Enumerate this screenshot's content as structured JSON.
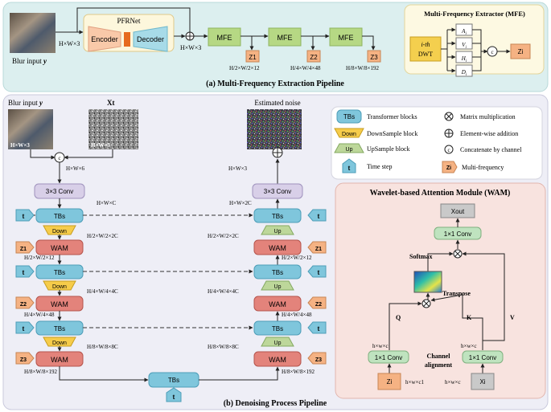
{
  "panel_a": {
    "caption": "(a) Multi-Frequency Extraction Pipeline",
    "blur_input_label": "Blur input",
    "blur_input_var": "y",
    "dims_input": "H×W×3",
    "pfrnet_title": "PFRNet",
    "encoder_label": "Encoder",
    "decoder_label": "Decoder",
    "dims_after_sum": "H×W×3",
    "mfe_label": "MFE",
    "z1": "Z1",
    "z2": "Z2",
    "z3": "Z3",
    "z1_dims": "H/2×W/2×12",
    "z2_dims": "H/4×W/4×48",
    "z3_dims": "H/8×W/8×192",
    "mfe_box": {
      "title": "Multi-Frequency Extractor (MFE)",
      "dwt_line1": "i-th",
      "dwt_line2": "DWT",
      "sub_a": "A",
      "sub_v": "V",
      "sub_h": "H",
      "sub_d": "D",
      "sub_index": "i",
      "concat": "c",
      "zi": "Zi"
    }
  },
  "panel_b": {
    "caption": "(b) Denoising Process Pipeline",
    "blur_input_label": "Blur input",
    "blur_input_var": "y",
    "xt_label": "Xt",
    "noise_label": "Estimated noise",
    "img_dims_1": "H×W×3",
    "img_dims_2": "H×W×3",
    "concat": "c",
    "dims_hw6": "H×W×6",
    "dims_hw3": "H×W×3",
    "conv3": "3×3 Conv",
    "dims_hwc": "H×W×C",
    "dims_hw2c": "H×W×2C",
    "tbs": "TBs",
    "down": "Down",
    "up": "Up",
    "wam": "WAM",
    "t": "t",
    "z1": "Z1",
    "z2": "Z2",
    "z3": "Z3",
    "d_h2_2c": "H/2×W/2×2C",
    "d_h2_12": "H/2×W/2×12",
    "d_h4_4c": "H/4×W/4×4C",
    "d_h4_48": "H/4×W/4×48",
    "d_h8_8c": "H/8×W/8×8C",
    "d_h8_192": "H/8×W/8×192"
  },
  "legend": {
    "tbs_key": "TBs",
    "tbs_desc": "Transformer blocks",
    "down_key": "Down",
    "down_desc": "DownSample block",
    "up_key": "Up",
    "up_desc": "UpSample block",
    "t_key": "t",
    "t_desc": "Time step",
    "mm_desc": "Matrix multiplication",
    "ea_desc": "Element-wise addition",
    "c_key": "c",
    "c_desc": "Concatenate by channel",
    "z_key": "Zi",
    "z_desc": "Multi-frequency"
  },
  "wam": {
    "title": "Wavelet-based Attention Module (WAM)",
    "xout": "Xout",
    "conv1": "1×1 Conv",
    "softmax": "Softmax",
    "transpose": "Transpose",
    "q": "Q",
    "k": "K",
    "v": "V",
    "hwc": "h×w×c",
    "channel_alignment_1": "Channel",
    "channel_alignment_2": "alignment",
    "zi": "Zi",
    "xi": "Xi",
    "hwc1": "h×w×c1",
    "hwc_in": "h×w×c"
  },
  "colors": {
    "panel_a_bg": "#dcefef",
    "panel_b_bg": "#eeeef6",
    "wam_bg": "#f8e3df",
    "tbs": "#7fc6dc",
    "wam_block": "#e3837b",
    "conv": "#d8cfe8",
    "down": "#f6cc4a",
    "up": "#bdd79a",
    "z": "#f5b283",
    "mfe": "#b6d884",
    "dwt": "#f4cf4e",
    "encoder": "#f9c9a9",
    "decoder": "#a7dbe8"
  }
}
